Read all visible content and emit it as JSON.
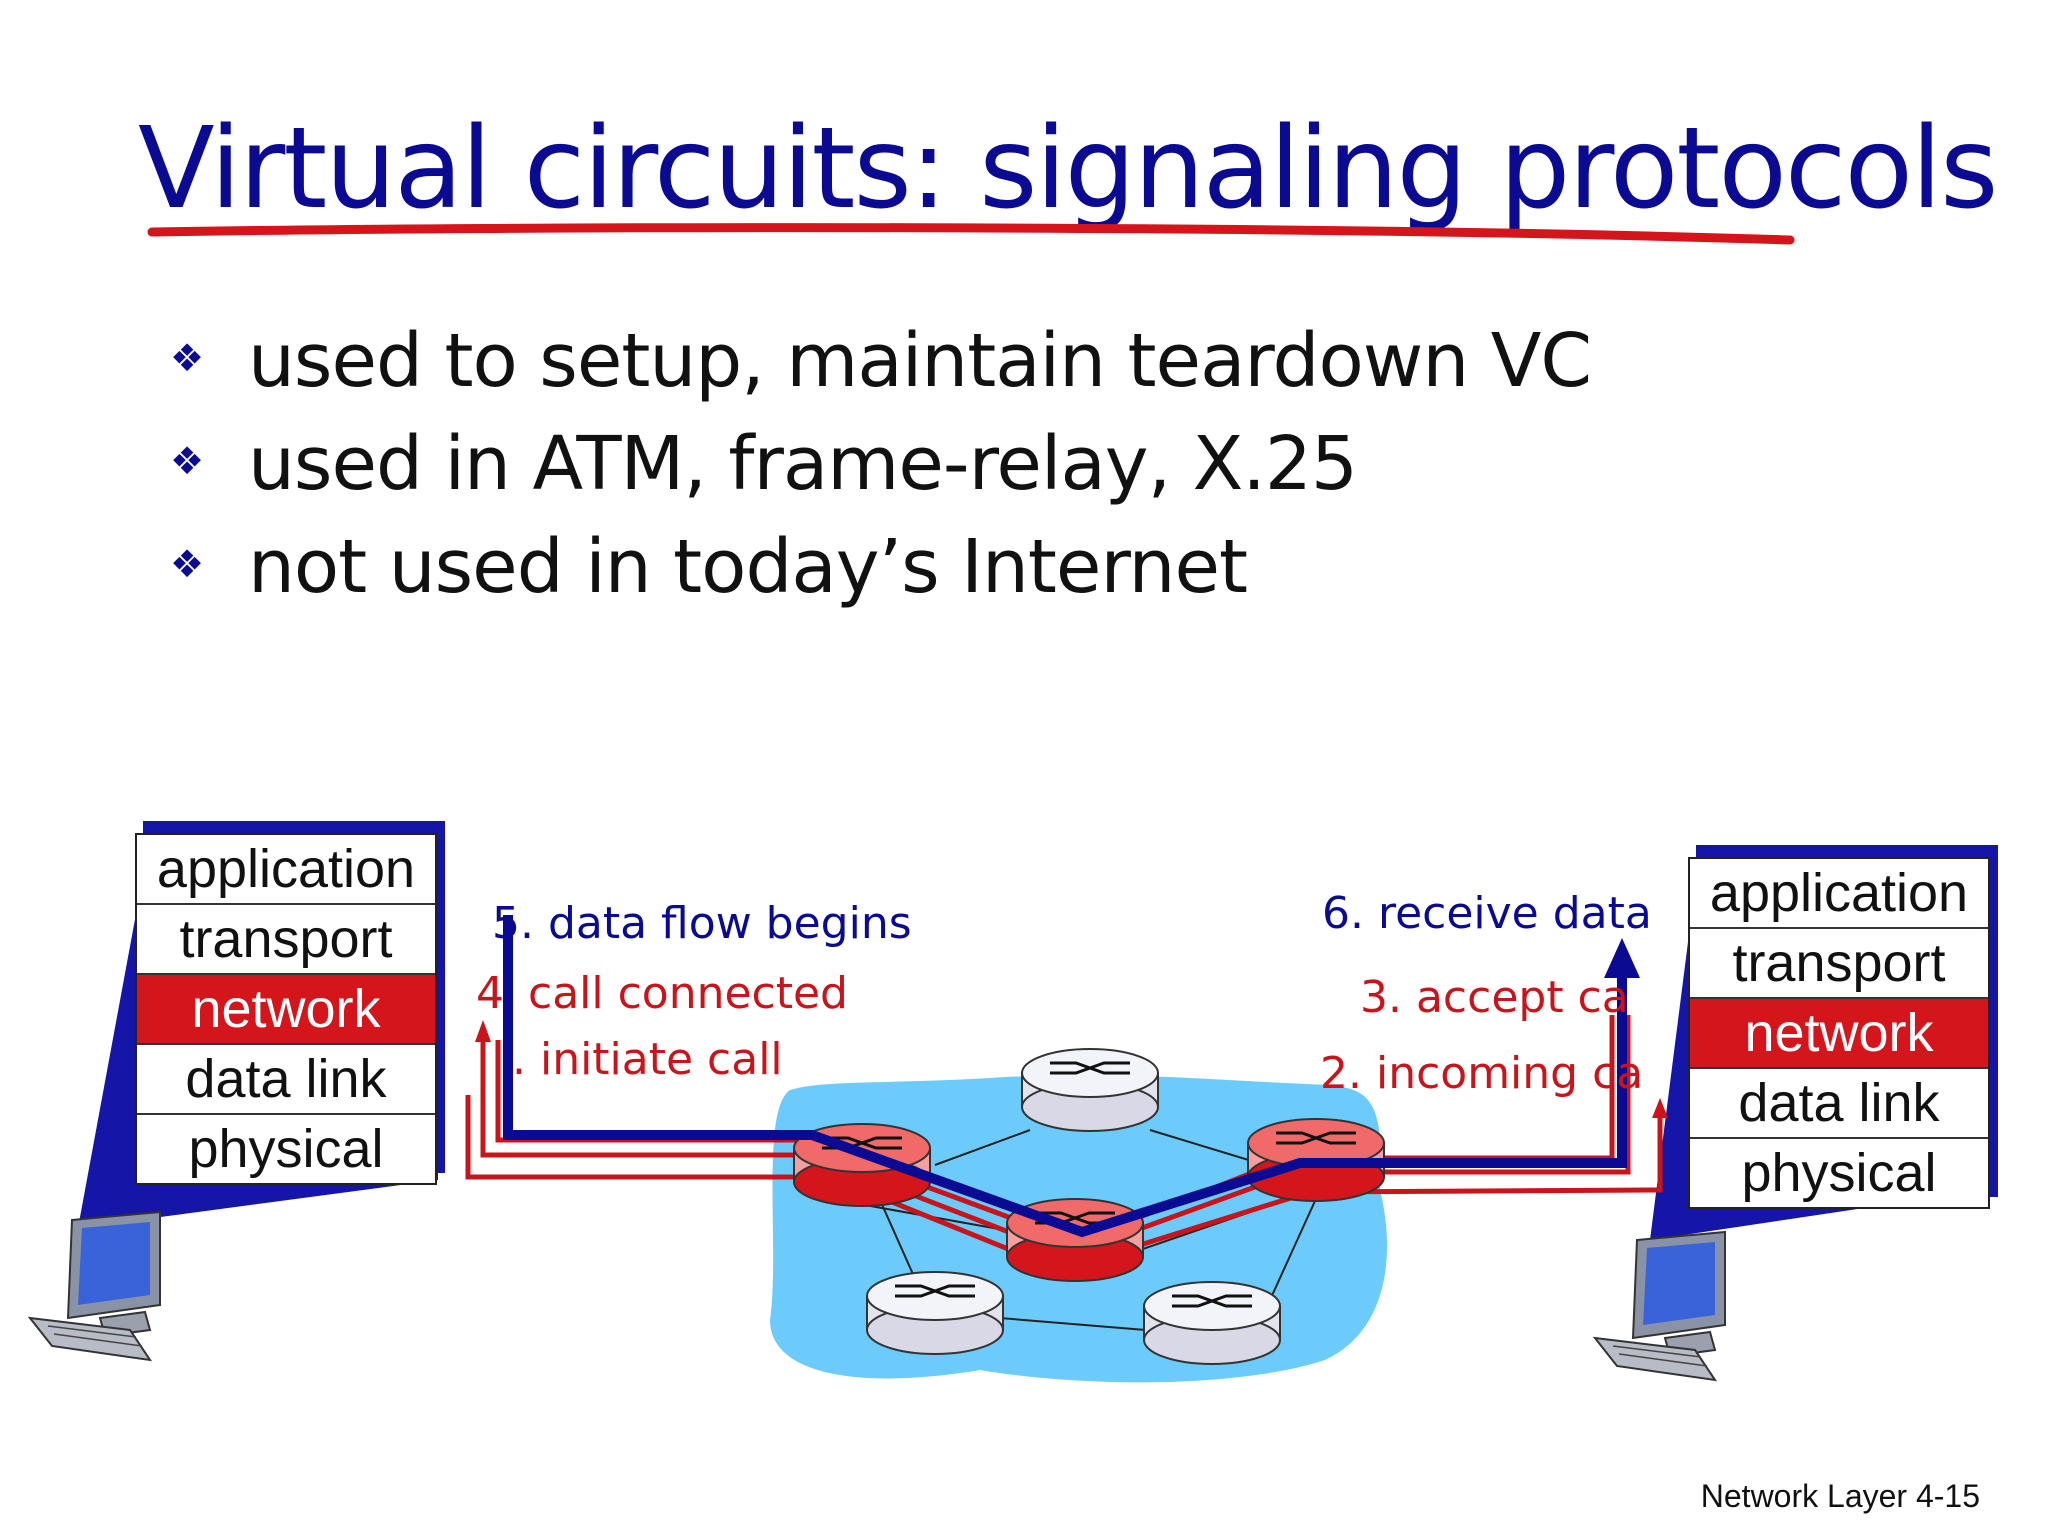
{
  "slide": {
    "title": "Virtual circuits: signaling protocols",
    "bullets": [
      "used to setup, maintain  teardown VC",
      "used in ATM, frame-relay, X.25",
      "not used in today’s Internet"
    ],
    "bullet_glyph": "❖",
    "footer": "Network Layer  4-15"
  },
  "stack_left": {
    "layers": [
      "application",
      "transport",
      "network",
      "data link",
      "physical"
    ],
    "highlight": "network"
  },
  "stack_right": {
    "layers": [
      "application",
      "transport",
      "network",
      "data link",
      "physical"
    ],
    "highlight": "network"
  },
  "steps": {
    "s1": ". initiate call",
    "s2": "2. incoming ca",
    "s3": "3. accept ca",
    "s4_digit": "4",
    "s4": "call connected",
    "s5": "5. data flow begins",
    "s6": "6. receive data"
  },
  "colors": {
    "title": "#0a0a92",
    "underline": "#d4161c",
    "highlight": "#d4161c",
    "data_path": "#0a0a92",
    "signal_path": "#c8141a",
    "cloud": "#6ccbfa"
  },
  "icons": [
    "router-icon",
    "computer-icon"
  ]
}
